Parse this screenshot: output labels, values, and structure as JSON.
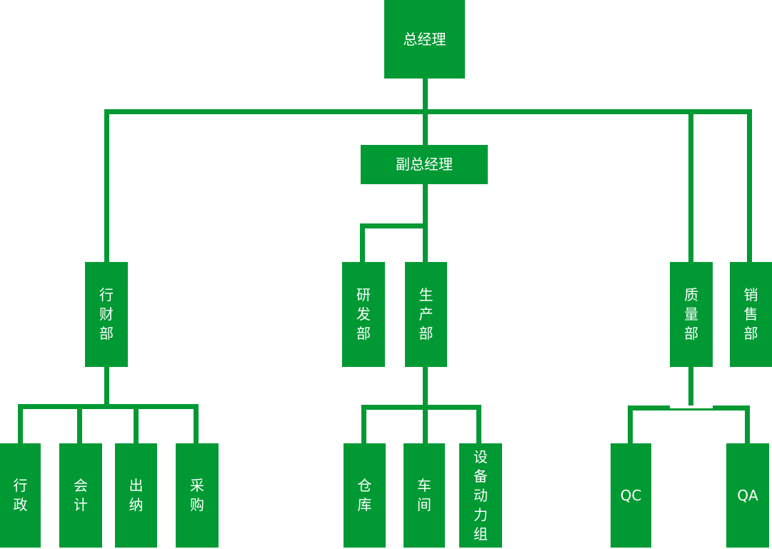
{
  "diagram": {
    "type": "org-chart",
    "background_color": "#ffffff",
    "node_color": "#009933",
    "line_color": "#009933",
    "text_color": "#ffffff",
    "nodes": {
      "general_manager": "总经理",
      "deputy_general_manager": "副总经理",
      "admin_finance_dept": "行财部",
      "rd_dept": "研发部",
      "production_dept": "生产部",
      "quality_dept": "质量部",
      "sales_dept": "销售部",
      "administration": "行政",
      "accounting": "会计",
      "cashier": "出纳",
      "procurement": "采购",
      "warehouse": "仓库",
      "workshop": "车间",
      "equipment_power_group": "设备动力组",
      "qc": "QC",
      "qa": "QA"
    },
    "hierarchy": [
      {
        "parent": "总经理",
        "children": [
          "行财部",
          "副总经理",
          "质量部",
          "销售部"
        ]
      },
      {
        "parent": "副总经理",
        "children": [
          "研发部",
          "生产部"
        ]
      },
      {
        "parent": "行财部",
        "children": [
          "行政",
          "会计",
          "出纳",
          "采购"
        ]
      },
      {
        "parent": "生产部",
        "children": [
          "仓库",
          "车间",
          "设备动力组"
        ]
      },
      {
        "parent": "质量部",
        "children": [
          "QC",
          "QA"
        ]
      }
    ]
  }
}
